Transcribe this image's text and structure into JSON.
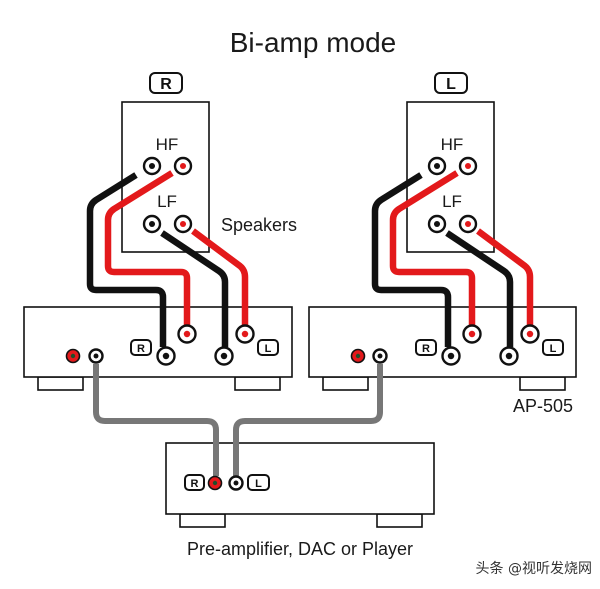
{
  "title": "Bi-amp mode",
  "speakers": [
    {
      "channel": "R",
      "hf_label": "HF",
      "lf_label": "LF"
    },
    {
      "channel": "L",
      "hf_label": "HF",
      "lf_label": "LF"
    }
  ],
  "speakers_caption": "Speakers",
  "amplifiers": [
    {
      "out_labels": [
        "R",
        "L"
      ]
    },
    {
      "out_labels": [
        "R",
        "L"
      ]
    }
  ],
  "amplifier_caption": "AP-505",
  "source": {
    "labels": [
      "R",
      "L"
    ],
    "caption": "Pre-amplifier, DAC or Player"
  },
  "watermark": "头条 @视听发烧网",
  "colors": {
    "positive": "#e3191b",
    "negative": "#111111",
    "interconnect": "#777777"
  }
}
